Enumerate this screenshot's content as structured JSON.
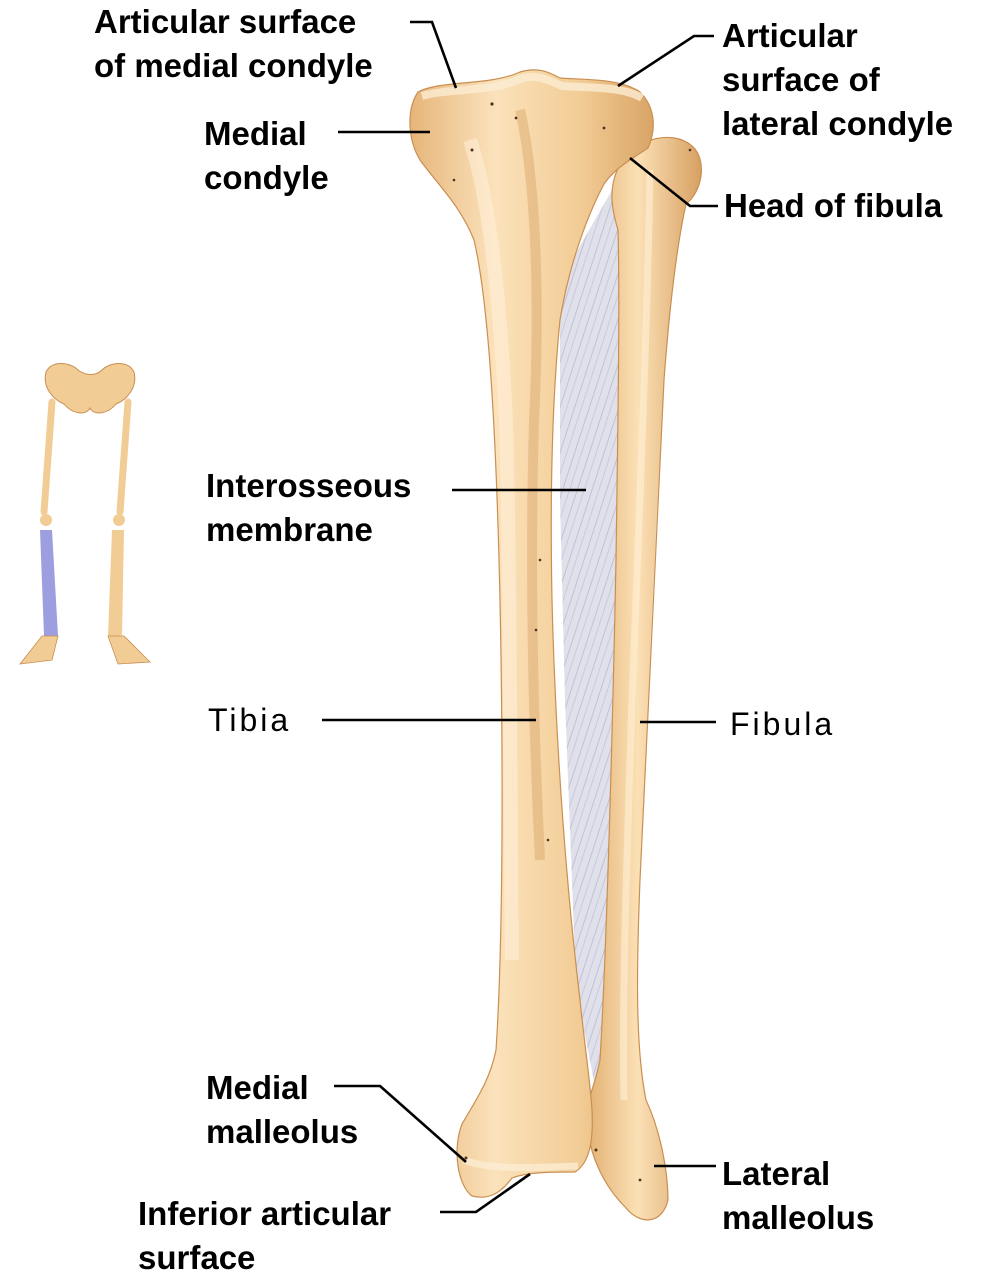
{
  "labels": {
    "articular_medial": [
      "Articular surface",
      "of medial condyle"
    ],
    "articular_lateral": [
      "Articular",
      "surface of",
      "lateral condyle"
    ],
    "medial_condyle": [
      "Medial",
      "condyle"
    ],
    "head_fibula": [
      "Head of fibula"
    ],
    "interosseous": [
      "Interosseous",
      "membrane"
    ],
    "tibia": [
      "Tibia"
    ],
    "fibula": [
      "Fibula"
    ],
    "medial_malleolus": [
      "Medial",
      "malleolus"
    ],
    "inferior_articular": [
      "Inferior articular",
      "surface"
    ],
    "lateral_malleolus": [
      "Lateral",
      "malleolus"
    ]
  },
  "colors": {
    "bone": "#f2cc95",
    "bone_dark": "#d9a466",
    "bone_highlight": "#fbe6c4",
    "membrane": "#dcdde8",
    "membrane_fiber": "#b8b9cc",
    "highlight_region": "#9c9ee0",
    "leader": "#000000"
  }
}
